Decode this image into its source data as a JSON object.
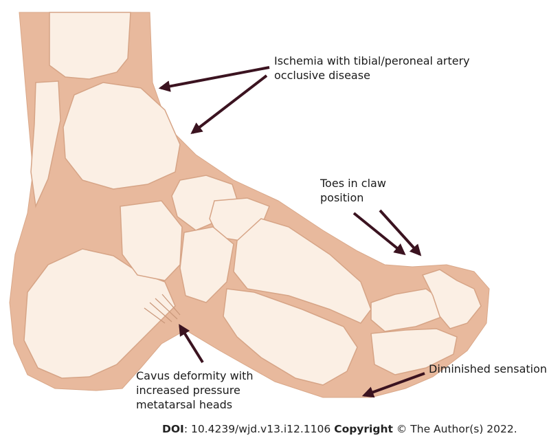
{
  "labels": {
    "ischemia": [
      "Ischemia with tibial/peroneal artery",
      "occlusive disease"
    ],
    "toes": [
      "Toes in claw",
      "position"
    ],
    "cavus": [
      "Cavus deformity with",
      "increased pressure",
      "metatarsal heads"
    ],
    "sensation": "Diminished sensation"
  },
  "caption": {
    "doi_label": "DOI",
    "doi_value": ": 10.4239/wjd.v13.i12.1106 ",
    "copyright_label": "Copyright",
    "copyright_text": " © The Author(s) 2022."
  },
  "colors": {
    "tissue": "#e8b99d",
    "bone": "#fbefe4",
    "bone_outline": "#d8a88a",
    "arrow": "#3b1320"
  }
}
